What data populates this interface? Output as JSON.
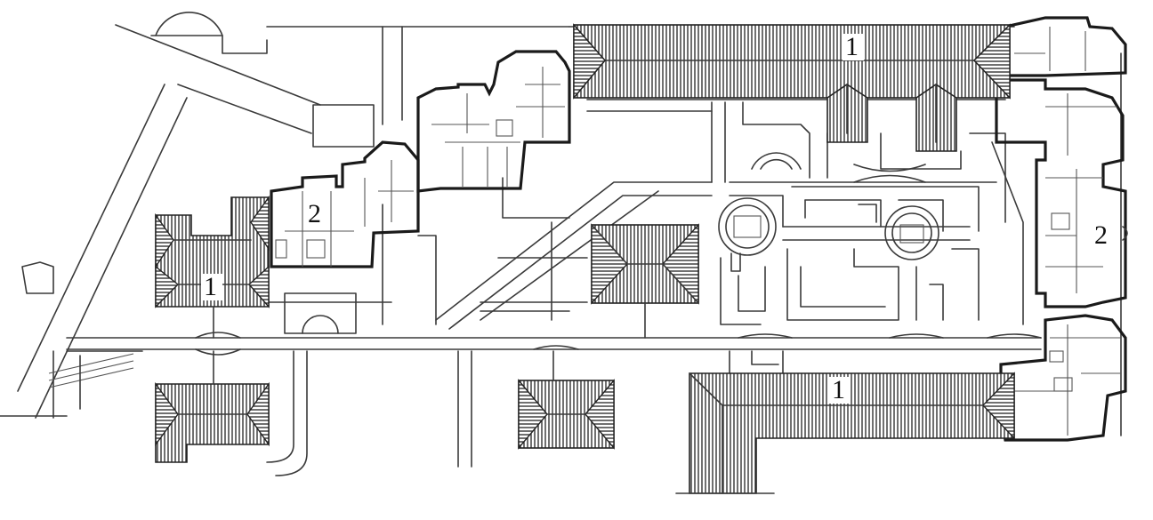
{
  "labels": {
    "roof_top": "1",
    "roof_left": "1",
    "roof_bottom": "1",
    "apartments_left": "2",
    "apartments_right": "2"
  },
  "colors": {
    "ink": "#1a1a1a",
    "paper": "#ffffff"
  }
}
